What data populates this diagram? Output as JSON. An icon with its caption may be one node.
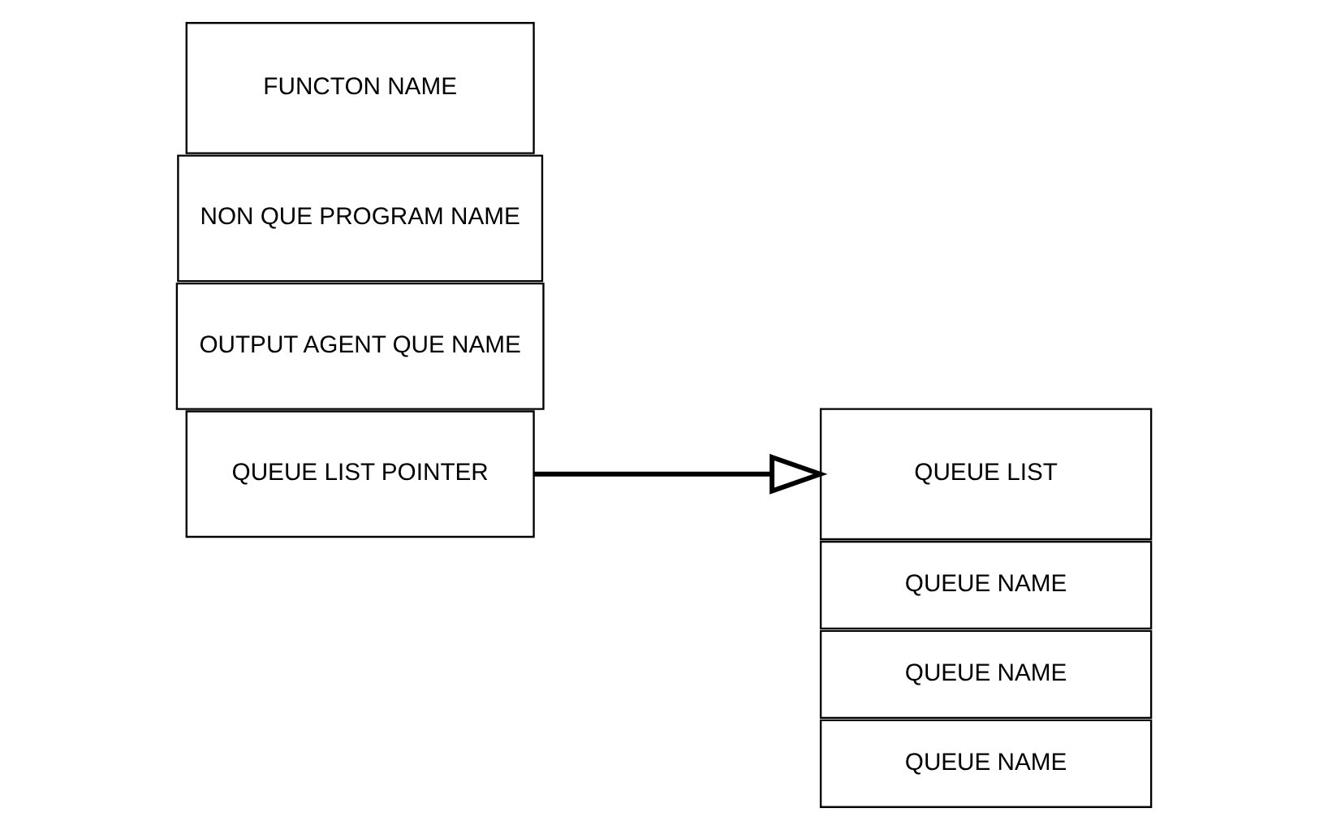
{
  "diagram": {
    "nodes": [
      {
        "text": [
          "FUNCTON NAME"
        ]
      },
      {
        "text": [
          "NON QUE PROGRAM NAME"
        ]
      },
      {
        "text": [
          "OUTPUT AGENT QUE NAME"
        ]
      },
      {
        "text": [
          "QUEUE LIST POINTER"
        ]
      },
      {
        "text": [
          "QUEUE LIST"
        ]
      },
      {
        "text": [
          "QUEUE NAME"
        ]
      },
      {
        "text": [
          "QUEUE NAME"
        ]
      },
      {
        "text": [
          "QUEUE NAME"
        ]
      }
    ],
    "edges": [
      {
        "from": 3,
        "to": 4,
        "arrow": "to"
      }
    ]
  }
}
